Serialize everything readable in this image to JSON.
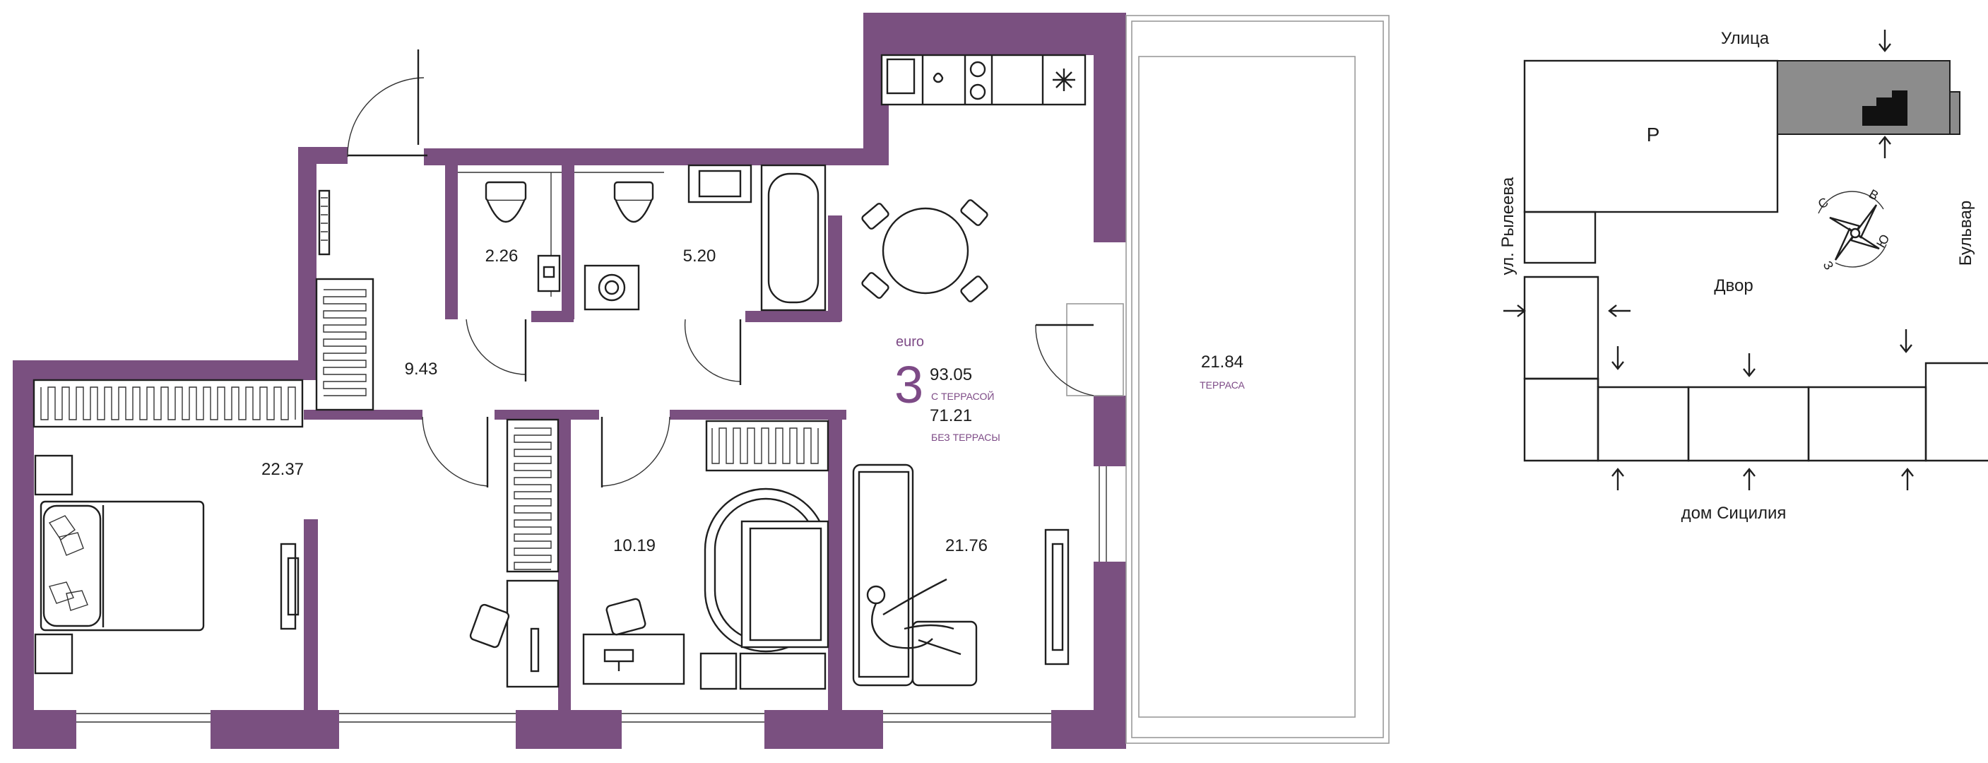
{
  "apartment": {
    "class_label": "euro",
    "rooms_count": "3",
    "area_with_terrace": "93.05",
    "with_terrace_label": "С ТЕРРАСОЙ",
    "area_without_terrace": "71.21",
    "without_terrace_label": "БЕЗ ТЕРРАСЫ"
  },
  "rooms": {
    "bathroom_small": "2.26",
    "bathroom_large": "5.20",
    "hallway": "9.43",
    "bedroom": "22.37",
    "study": "10.19",
    "living_kitchen": "21.76",
    "terrace_area": "21.84",
    "terrace_label": "ТЕРРАСА"
  },
  "location_map": {
    "street_top": "Улица",
    "street_left": "ул. Рылеева",
    "street_right": "Бульвар",
    "yard": "Двор",
    "bottom_building": "дом Сицилия",
    "building_p": "Р",
    "compass": {
      "north": "С",
      "east": "В",
      "south": "Ю",
      "west": "З"
    }
  },
  "colors": {
    "wall": "#7a5080",
    "accent_text": "#7d4a86",
    "highlight_building": "#8c8c8c",
    "selected_unit": "#111111",
    "line": "#1f1f1f"
  }
}
